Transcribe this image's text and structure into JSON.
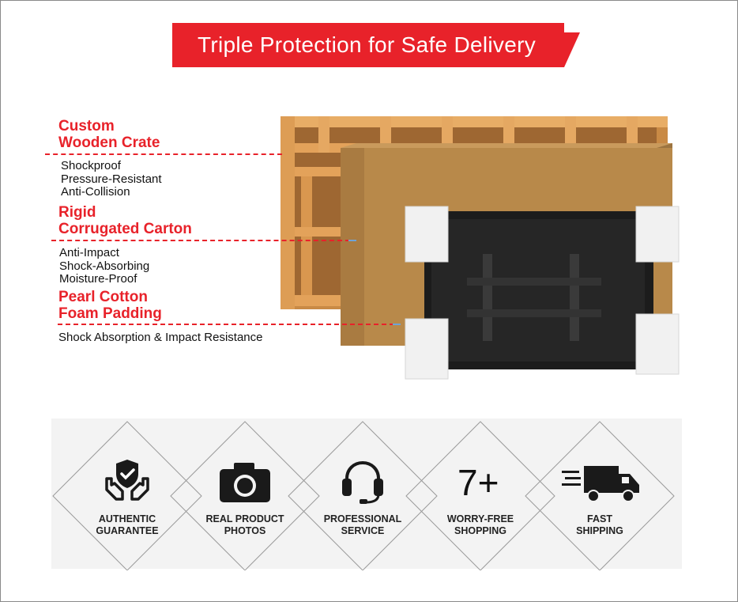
{
  "banner": {
    "title": "Triple Protection for Safe Delivery"
  },
  "layers": [
    {
      "title_line1": "Custom",
      "title_line2": "Wooden Crate",
      "features": [
        "Shockproof",
        "Pressure-Resistant",
        "Anti-Collision"
      ]
    },
    {
      "title_line1": "Rigid",
      "title_line2": "Corrugated Carton",
      "features": [
        "Anti-Impact",
        "Shock-Absorbing",
        "Moisture-Proof"
      ]
    },
    {
      "title_line1": "Pearl Cotton",
      "title_line2": "Foam Padding",
      "features": [
        "Shock Absorption & Impact Resistance"
      ]
    }
  ],
  "badges": [
    {
      "icon": "shield-hands-icon",
      "line1": "AUTHENTIC",
      "line2": "GUARANTEE"
    },
    {
      "icon": "camera-icon",
      "line1": "REAL PRODUCT",
      "line2": "PHOTOS"
    },
    {
      "icon": "headset-icon",
      "line1": "PROFESSIONAL",
      "line2": "SERVICE"
    },
    {
      "icon": "seven-plus-icon",
      "text": "7+",
      "line1": "WORRY-FREE",
      "line2": "SHOPPING"
    },
    {
      "icon": "delivery-truck-icon",
      "line1": "FAST",
      "line2": "SHIPPING"
    }
  ],
  "colors": {
    "accent_red": "#e8222a",
    "crate_wood": "#e3a25a",
    "carton": "#b8894a",
    "dashed_line_tip": "#6fa3d6"
  }
}
